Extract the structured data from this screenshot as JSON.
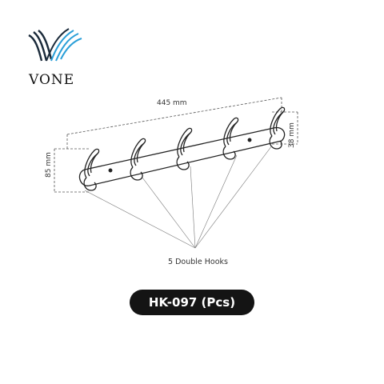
{
  "brand": {
    "name": "VONE",
    "colors": {
      "dark_wave": "#1a2a3a",
      "light_wave": "#2a9fd8"
    }
  },
  "diagram": {
    "width_label": "445 mm",
    "height_label": "85 mm",
    "depth_label": "38 mm",
    "hooks_label": "5 Double Hooks",
    "hook_count": 5
  },
  "product": {
    "code_label": "HK-097 (Pcs)",
    "badge_color": "#141414"
  }
}
